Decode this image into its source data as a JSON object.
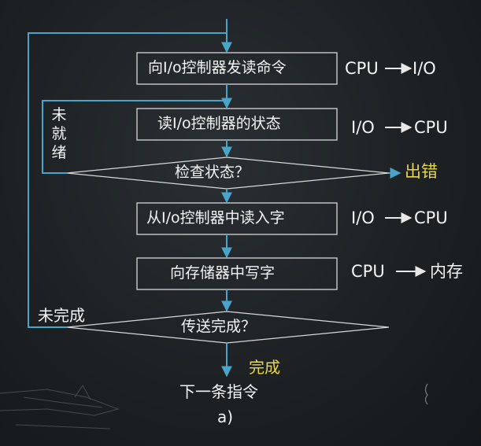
{
  "flowchart": {
    "steps": [
      {
        "label": "向I/o控制器发读命令",
        "note_from": "CPU",
        "note_to": "I/O"
      },
      {
        "label": "读I/o控制器的状态",
        "note_from": "I/O",
        "note_to": "CPU"
      },
      {
        "label": "从I/o控制器中读入字",
        "note_from": "I/O",
        "note_to": "CPU"
      },
      {
        "label": "向存储器中写字",
        "note_from": "CPU",
        "note_to": "内存"
      }
    ],
    "decisions": {
      "check_status": "检查状态？",
      "transfer_done": "传送完成？"
    },
    "branches": {
      "error": "出错",
      "not_ready": "未就绪",
      "not_done": "未完成",
      "done": "完成"
    },
    "next_instruction": "下一条指令",
    "caption": "a)"
  },
  "colors": {
    "line": "#4aa3c8",
    "highlight": "#e6d84a",
    "text": "#f4f4f4"
  }
}
